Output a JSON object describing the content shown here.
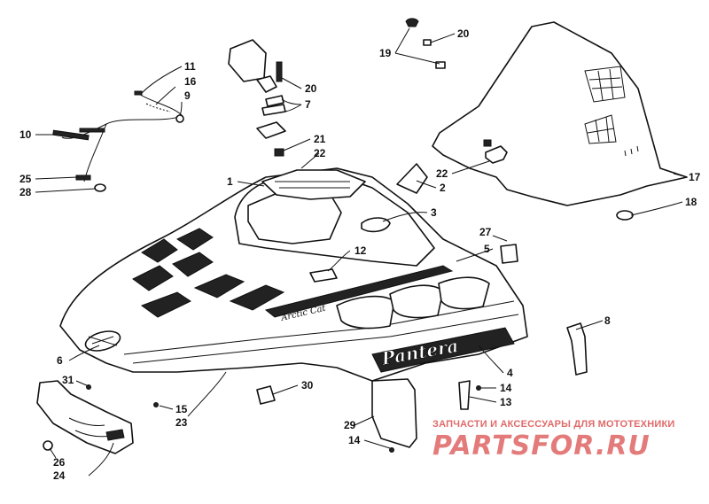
{
  "callouts": [
    {
      "id": "c1",
      "label": "1"
    },
    {
      "id": "c2",
      "label": "2"
    },
    {
      "id": "c3",
      "label": "3"
    },
    {
      "id": "c4",
      "label": "4"
    },
    {
      "id": "c5",
      "label": "5"
    },
    {
      "id": "c6",
      "label": "6"
    },
    {
      "id": "c7",
      "label": "7"
    },
    {
      "id": "c8",
      "label": "8"
    },
    {
      "id": "c9",
      "label": "9"
    },
    {
      "id": "c10",
      "label": "10"
    },
    {
      "id": "c11",
      "label": "11"
    },
    {
      "id": "c12",
      "label": "12"
    },
    {
      "id": "c13",
      "label": "13"
    },
    {
      "id": "c14a",
      "label": "14"
    },
    {
      "id": "c14b",
      "label": "14"
    },
    {
      "id": "c15",
      "label": "15"
    },
    {
      "id": "c16",
      "label": "16"
    },
    {
      "id": "c17",
      "label": "17"
    },
    {
      "id": "c18",
      "label": "18"
    },
    {
      "id": "c19",
      "label": "19"
    },
    {
      "id": "c20a",
      "label": "20"
    },
    {
      "id": "c20b",
      "label": "20"
    },
    {
      "id": "c21",
      "label": "21"
    },
    {
      "id": "c22a",
      "label": "22"
    },
    {
      "id": "c22b",
      "label": "22"
    },
    {
      "id": "c23",
      "label": "23"
    },
    {
      "id": "c24",
      "label": "24"
    },
    {
      "id": "c25",
      "label": "25"
    },
    {
      "id": "c26",
      "label": "26"
    },
    {
      "id": "c27",
      "label": "27"
    },
    {
      "id": "c28",
      "label": "28"
    },
    {
      "id": "c29",
      "label": "29"
    },
    {
      "id": "c30",
      "label": "30"
    },
    {
      "id": "c31",
      "label": "31"
    }
  ],
  "decals": {
    "brand": "Pantera",
    "side_script": "Arctic Cat"
  },
  "watermark": {
    "tagline": "ЗАПЧАСТИ И АКСЕССУАРЫ ДЛЯ МОТОТЕХНИКИ",
    "logo": "PARTSFOR.RU"
  }
}
